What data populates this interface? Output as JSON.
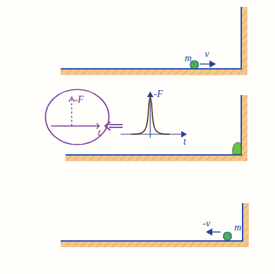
{
  "diagram": {
    "nodes": [
      {
        "text": [
          "-F",
          "t"
        ]
      }
    ],
    "labels": [
      "m",
      "v⃗",
      "-F",
      "t",
      "-v⃗",
      "m"
    ]
  }
}
